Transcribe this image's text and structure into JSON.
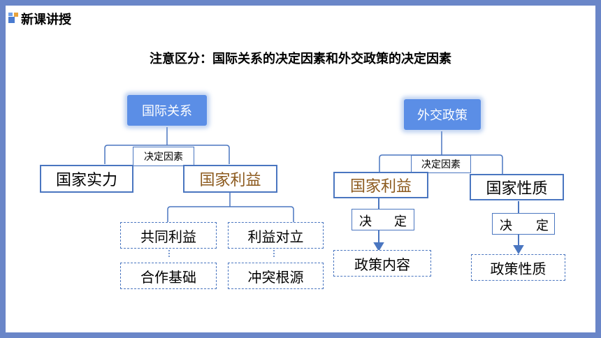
{
  "header": {
    "title": "新课讲授"
  },
  "main_title": "注意区分：国际关系的决定因素和外交政策的决定因素",
  "left": {
    "root": "国际关系",
    "factor_label": "决定因素",
    "node_a": "国家实力",
    "node_b": "国家利益",
    "leaves": [
      "共同利益",
      "利益对立",
      "合作基础",
      "冲突根源"
    ]
  },
  "right": {
    "root": "外交政策",
    "factor_label": "决定因素",
    "node_a": "国家利益",
    "node_b": "国家性质",
    "decide_a": [
      "决",
      "定"
    ],
    "decide_b": [
      "决",
      "定"
    ],
    "result_a": "政策内容",
    "result_b": "政策性质"
  },
  "colors": {
    "frame": "#6a86c8",
    "box_blue": "#5b8ee6",
    "line": "#4a76c0",
    "brown_text": "#8c5a1e"
  }
}
